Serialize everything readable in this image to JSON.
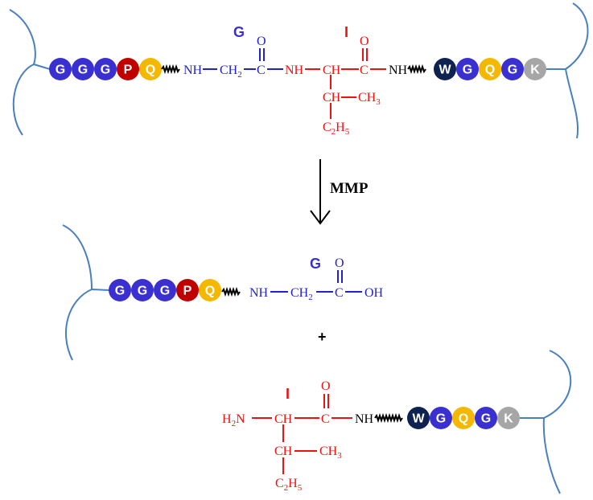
{
  "colors": {
    "G": "#3a2fd0",
    "P": "#c00000",
    "Q": "#f5b800",
    "W": "#0d2250",
    "K": "#a6a6a6",
    "glycine": "#2222cc",
    "isoleucine": "#ee1111",
    "polymer_arc": "#4a7fc0"
  },
  "enzyme": "MMP",
  "plus": "+",
  "left_peptide": [
    "G",
    "G",
    "G",
    "P",
    "Q"
  ],
  "right_peptide": [
    "W",
    "G",
    "Q",
    "G",
    "K"
  ],
  "labels": {
    "glycine_code": "G",
    "isoleucine_code": "I",
    "NH": "NH",
    "CH2": "CH",
    "CH2_sub": "2",
    "C": "C",
    "O": "O",
    "CH": "CH",
    "CH3": "CH",
    "CH3_sub": "3",
    "C2H5_a": "C",
    "C2H5_sub1": "2",
    "C2H5_b": "H",
    "C2H5_sub2": "5",
    "OH": "OH",
    "H2N_a": "H",
    "H2N_sub": "2",
    "H2N_b": "N"
  }
}
